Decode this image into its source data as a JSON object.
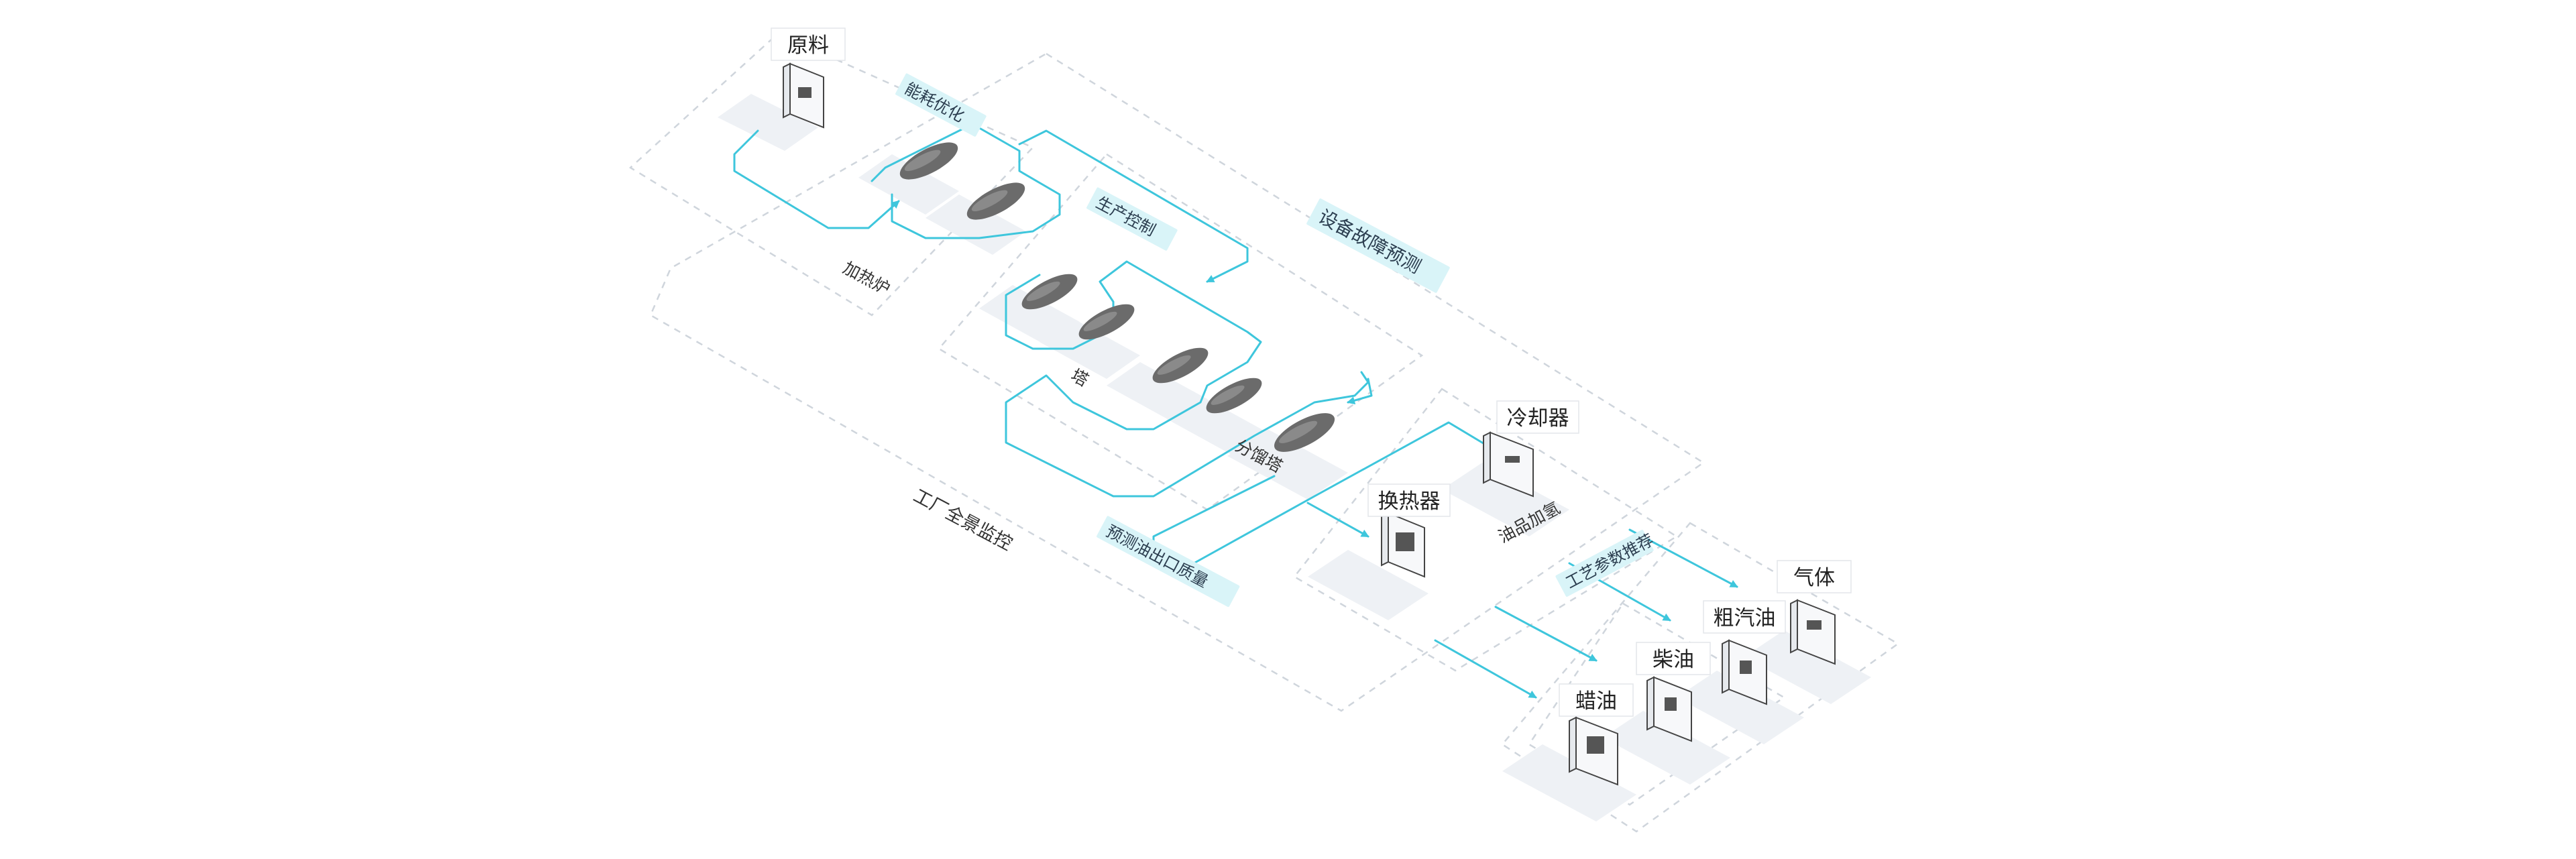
{
  "nodes": {
    "raw_material": "原料",
    "cooler": "冷却器",
    "heat_exchanger": "换热器",
    "gas": "气体",
    "crude_gasoline": "粗汽油",
    "diesel": "柴油",
    "wax_oil": "蜡油"
  },
  "tags": {
    "energy_optimization": "能耗优化",
    "production_control": "生产控制",
    "equipment_fault_prediction": "设备故障预测",
    "outlet_quality_prediction": "预测油出口质量",
    "process_param_tuning": "工艺参数推荐"
  },
  "areas": {
    "heating_furnace": "加热炉",
    "tower": "塔",
    "fractionator": "分馏塔",
    "plant_monitoring": "工厂全景监控",
    "oil_hydrogenation": "油品加氢"
  },
  "colors": {
    "flow_line": "#3ec6dc",
    "tag_background": "#d9f4f8",
    "dashed_border": "#cfd5dc",
    "tank": "#6b6b6b"
  }
}
